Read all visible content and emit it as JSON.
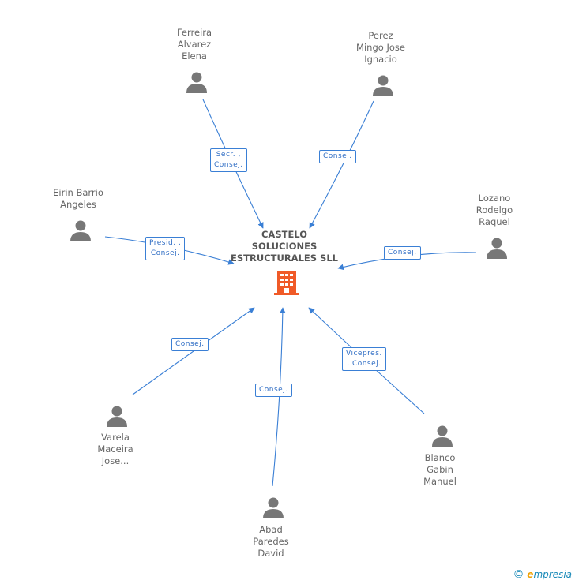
{
  "company": {
    "name": "CASTELO\nSOLUCIONES\nESTRUCTURALES SLL",
    "icon": "building-icon",
    "color": "#f05a28"
  },
  "people": [
    {
      "id": "ferreira",
      "name": "Ferreira\nAlvarez\nElena",
      "role": "Secr. ,\nConsej."
    },
    {
      "id": "perez",
      "name": "Perez\nMingo Jose\nIgnacio",
      "role": "Consej."
    },
    {
      "id": "eirin",
      "name": "Eirin Barrio\nAngeles",
      "role": "Presid. ,\nConsej."
    },
    {
      "id": "lozano",
      "name": "Lozano\nRodelgo\nRaquel",
      "role": "Consej."
    },
    {
      "id": "varela",
      "name": "Varela\nMaceira\nJose...",
      "role": "Consej."
    },
    {
      "id": "abad",
      "name": "Abad\nParedes\nDavid",
      "role": "Consej."
    },
    {
      "id": "blanco",
      "name": "Blanco\nGabin\nManuel",
      "role": "Vicepres.\n, Consej."
    }
  ],
  "colors": {
    "edge": "#3a7fd5",
    "person": "#777777",
    "label": "#666666"
  },
  "footer": {
    "copyright": "©",
    "brand_e": "e",
    "brand_rest": "mpresia"
  }
}
